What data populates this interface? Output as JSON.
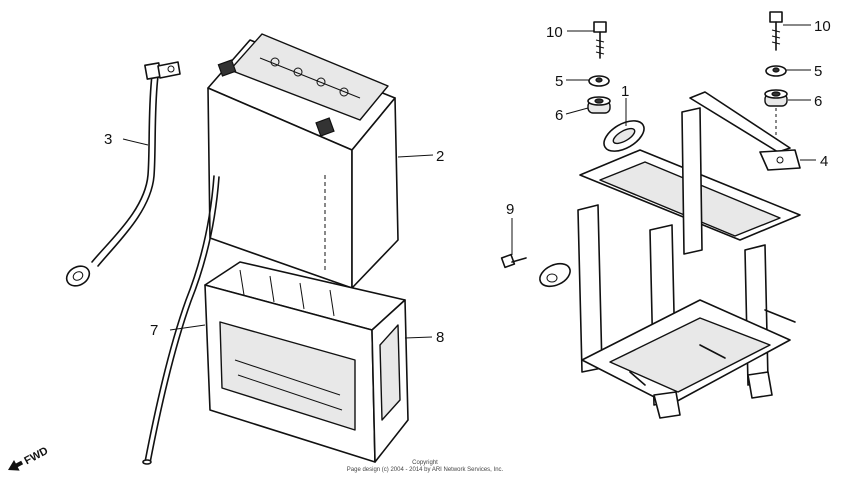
{
  "diagram": {
    "callouts": {
      "c1": "1",
      "c2": "2",
      "c3": "3",
      "c4": "4",
      "c5_left": "5",
      "c5_right": "5",
      "c6_left": "6",
      "c6_right": "6",
      "c7": "7",
      "c8": "8",
      "c9": "9",
      "c10_left": "10",
      "c10_right": "10"
    },
    "fwd_label": "FWD",
    "copyright": {
      "line1": "Copyright",
      "line2": "Page design (c) 2004 - 2014 by ARI Network Services, Inc."
    }
  }
}
